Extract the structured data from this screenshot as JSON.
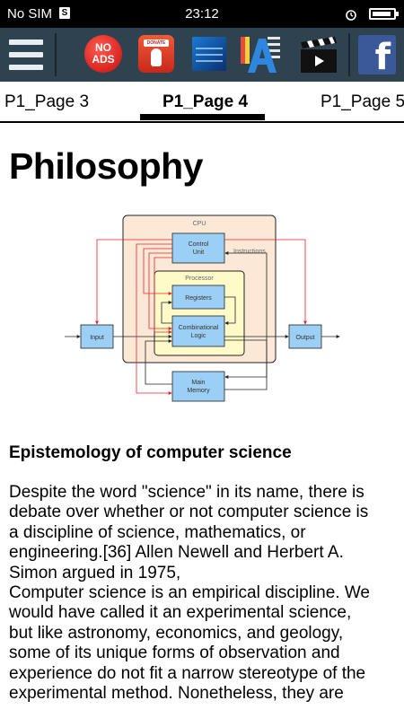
{
  "status_bar": {
    "carrier": "No SIM",
    "sim_badge": "S",
    "time": "23:12",
    "battery_level": 0.9
  },
  "toolbar": {
    "menu_icon": "hamburger-menu-icon",
    "no_ads_label_line1": "NO",
    "no_ads_label_line2": "ADS",
    "donate_label": "DONATE",
    "donate_icon": "donate-icon",
    "screen_icon": "display-icon",
    "font_icon": "font-settings-icon",
    "video_icon": "clapperboard-icon",
    "facebook_label": "f",
    "colors": {
      "background": "#2f4250",
      "no_ads": "#d9221b",
      "facebook": "#3b5998"
    }
  },
  "tabs": [
    {
      "label": "P1_Page 3"
    },
    {
      "label": "P1_Page 4",
      "active": true
    },
    {
      "label": "P1_Page 5"
    }
  ],
  "article": {
    "title": "Philosophy",
    "diagram": {
      "cpu": "CPU",
      "control_unit_line1": "Control",
      "control_unit_line2": "Unit",
      "instructions": "Instructions",
      "processor": "Processor",
      "registers": "Registers",
      "combinational_line1": "Combinational",
      "combinational_line2": "Logic",
      "input": "Input",
      "output": "Output",
      "main_memory_line1": "Main",
      "main_memory_line2": "Memory",
      "colors": {
        "cpu_fill": "#fce8d6",
        "processor_fill": "#fffbc8",
        "unit_fill": "#9ccff5",
        "control_lines": "#e8222a",
        "data_lines": "#222222"
      }
    },
    "section_heading": "Epistemology of computer science",
    "paragraph_lines": [
      "Despite the word \"science\" in its name, there is",
      "debate over whether or not computer science is",
      "a discipline of science, mathematics, or",
      "engineering.[36] Allen Newell and Herbert A.",
      "Simon argued in 1975,",
      "Computer science is an empirical discipline. We",
      "would have called it an experimental science,",
      "but like astronomy, economics, and geology,",
      "some of its unique forms of observation and",
      "experience do not fit a narrow stereotype of the",
      "experimental method. Nonetheless, they are"
    ]
  }
}
